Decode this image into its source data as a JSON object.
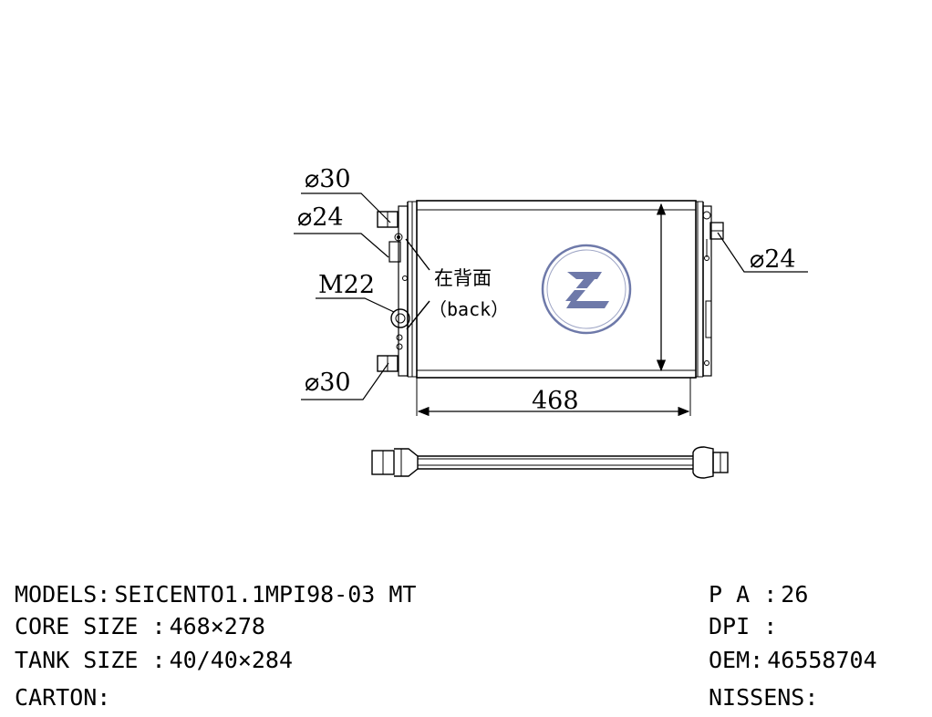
{
  "drawing": {
    "dims": {
      "inlet_diameter_top": "⌀30",
      "fitting_diameter_left": "⌀24",
      "thread": "M22",
      "outlet_diameter_bottom": "⌀30",
      "fitting_diameter_right": "⌀24",
      "core_width": "468"
    },
    "back_note_cn": "在背面",
    "back_note_en": "（back）"
  },
  "specs": {
    "models": {
      "label": "MODELS:",
      "value": "SEICENTO1.1MPI98-03 MT"
    },
    "core_size": {
      "label": "CORE SIZE :",
      "value": "468×278"
    },
    "tank_size": {
      "label": "TANK SIZE :",
      "value": "40/40×284"
    },
    "carton": {
      "label": "CARTON:",
      "value": ""
    },
    "pa": {
      "label": "P A :",
      "value": "26"
    },
    "dpi": {
      "label": "DPI :",
      "value": ""
    },
    "oem": {
      "label": "OEM:",
      "value": "46558704"
    },
    "nissens": {
      "label": "NISSENS:",
      "value": ""
    }
  },
  "colors": {
    "logo": "#3e4c8c",
    "line": "#000000"
  }
}
